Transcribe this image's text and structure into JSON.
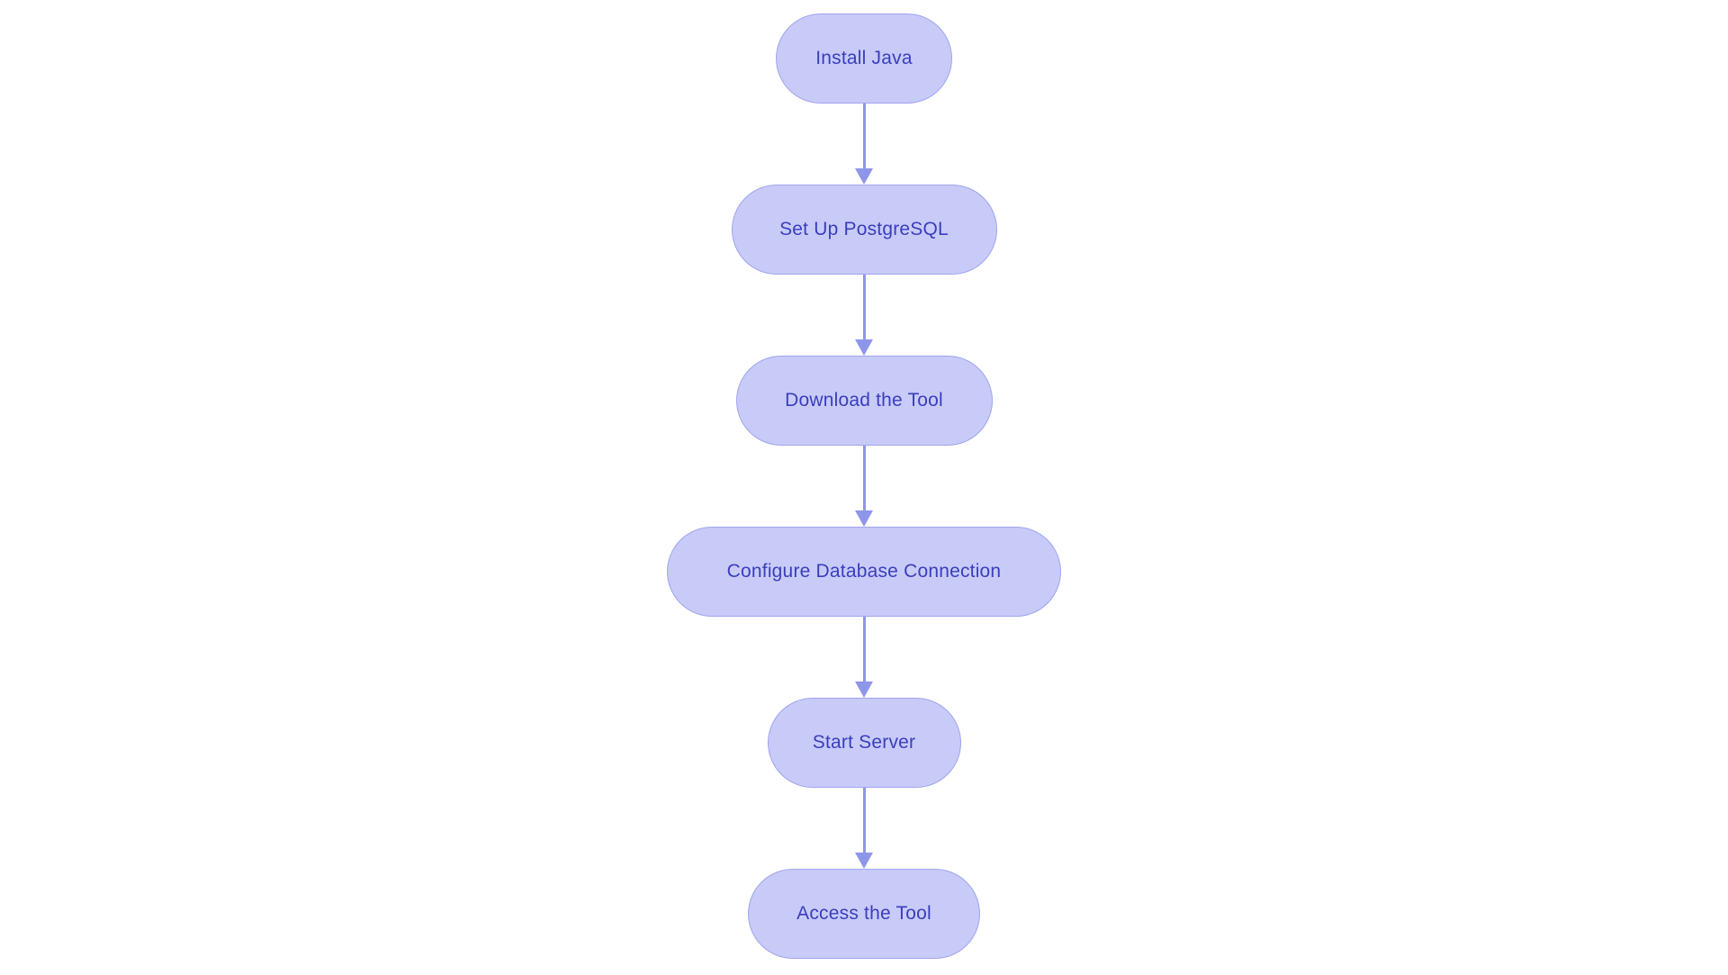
{
  "flowchart": {
    "type": "vertical-flow",
    "nodes": [
      {
        "id": "install-java",
        "label": "Install Java"
      },
      {
        "id": "setup-postgresql",
        "label": "Set Up PostgreSQL"
      },
      {
        "id": "download-tool",
        "label": "Download the Tool"
      },
      {
        "id": "configure-db-connection",
        "label": "Configure Database Connection"
      },
      {
        "id": "start-server",
        "label": "Start Server"
      },
      {
        "id": "access-tool",
        "label": "Access the Tool"
      }
    ],
    "edges": [
      {
        "from": "install-java",
        "to": "setup-postgresql"
      },
      {
        "from": "setup-postgresql",
        "to": "download-tool"
      },
      {
        "from": "download-tool",
        "to": "configure-db-connection"
      },
      {
        "from": "configure-db-connection",
        "to": "start-server"
      },
      {
        "from": "start-server",
        "to": "access-tool"
      }
    ],
    "colors": {
      "background": "#ffffff",
      "node_fill": "#c8cbf8",
      "node_border": "#9fa5ee",
      "node_text": "#3b3ebc",
      "arrow": "#8e96ea"
    }
  }
}
